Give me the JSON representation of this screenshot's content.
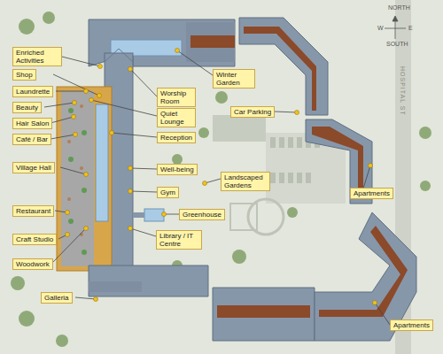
{
  "diagram": {
    "nodes": [
      {
        "text": [
          "Enriched Activities"
        ]
      },
      {
        "text": [
          "Shop"
        ]
      },
      {
        "text": [
          "Laundrette"
        ]
      },
      {
        "text": [
          "Beauty"
        ]
      },
      {
        "text": [
          "Hair Salon"
        ]
      },
      {
        "text": [
          "Café / Bar"
        ]
      },
      {
        "text": [
          "Village Hall"
        ]
      },
      {
        "text": [
          "Restaurant"
        ]
      },
      {
        "text": [
          "Craft Studio"
        ]
      },
      {
        "text": [
          "Woodwork"
        ]
      },
      {
        "text": [
          "Galleria"
        ]
      },
      {
        "text": [
          "Worship Room"
        ]
      },
      {
        "text": [
          "Quiet Lounge"
        ]
      },
      {
        "text": [
          "Reception"
        ]
      },
      {
        "text": [
          "Well-being"
        ]
      },
      {
        "text": [
          "Gym"
        ]
      },
      {
        "text": [
          "Greenhouse"
        ]
      },
      {
        "text": [
          "Library / IT Centre"
        ]
      },
      {
        "text": [
          "Winter Garden"
        ]
      },
      {
        "text": [
          "Car Parking"
        ]
      },
      {
        "text": [
          "Landscaped Gardens"
        ]
      },
      {
        "text": [
          "Apartments"
        ]
      },
      {
        "text": [
          "Apartments"
        ]
      }
    ],
    "labels": [
      "NORTH",
      "W",
      "E",
      "SOUTH",
      "HOSPITAL ST"
    ]
  }
}
